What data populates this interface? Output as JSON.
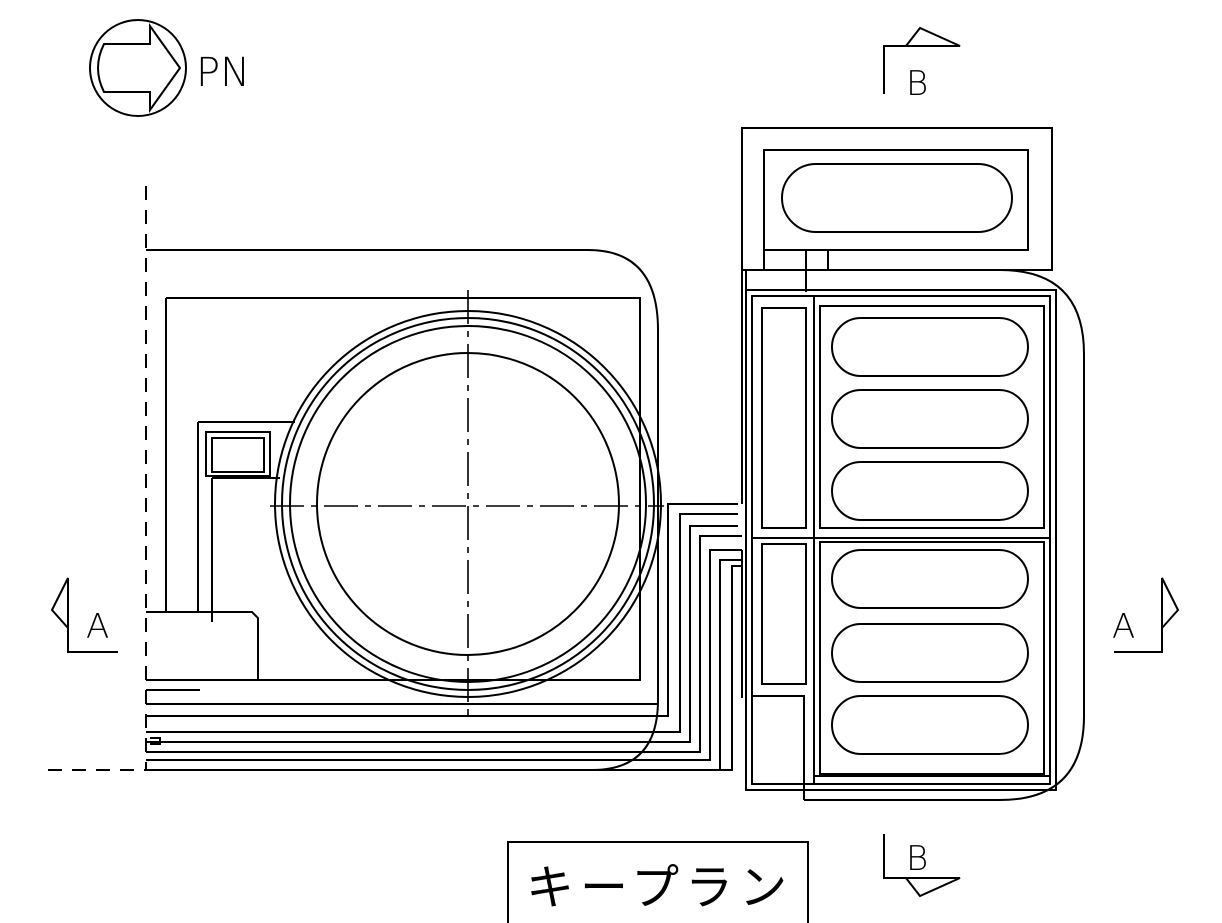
{
  "north_arrow": {
    "icon": "north-arrow-icon",
    "label": "PN"
  },
  "section_markers": {
    "a_left": "A",
    "a_right": "A",
    "b_top": "B",
    "b_bottom": "B"
  },
  "key_plan_label": "キープラン",
  "colors": {
    "line": "#000000",
    "background": "#ffffff"
  }
}
